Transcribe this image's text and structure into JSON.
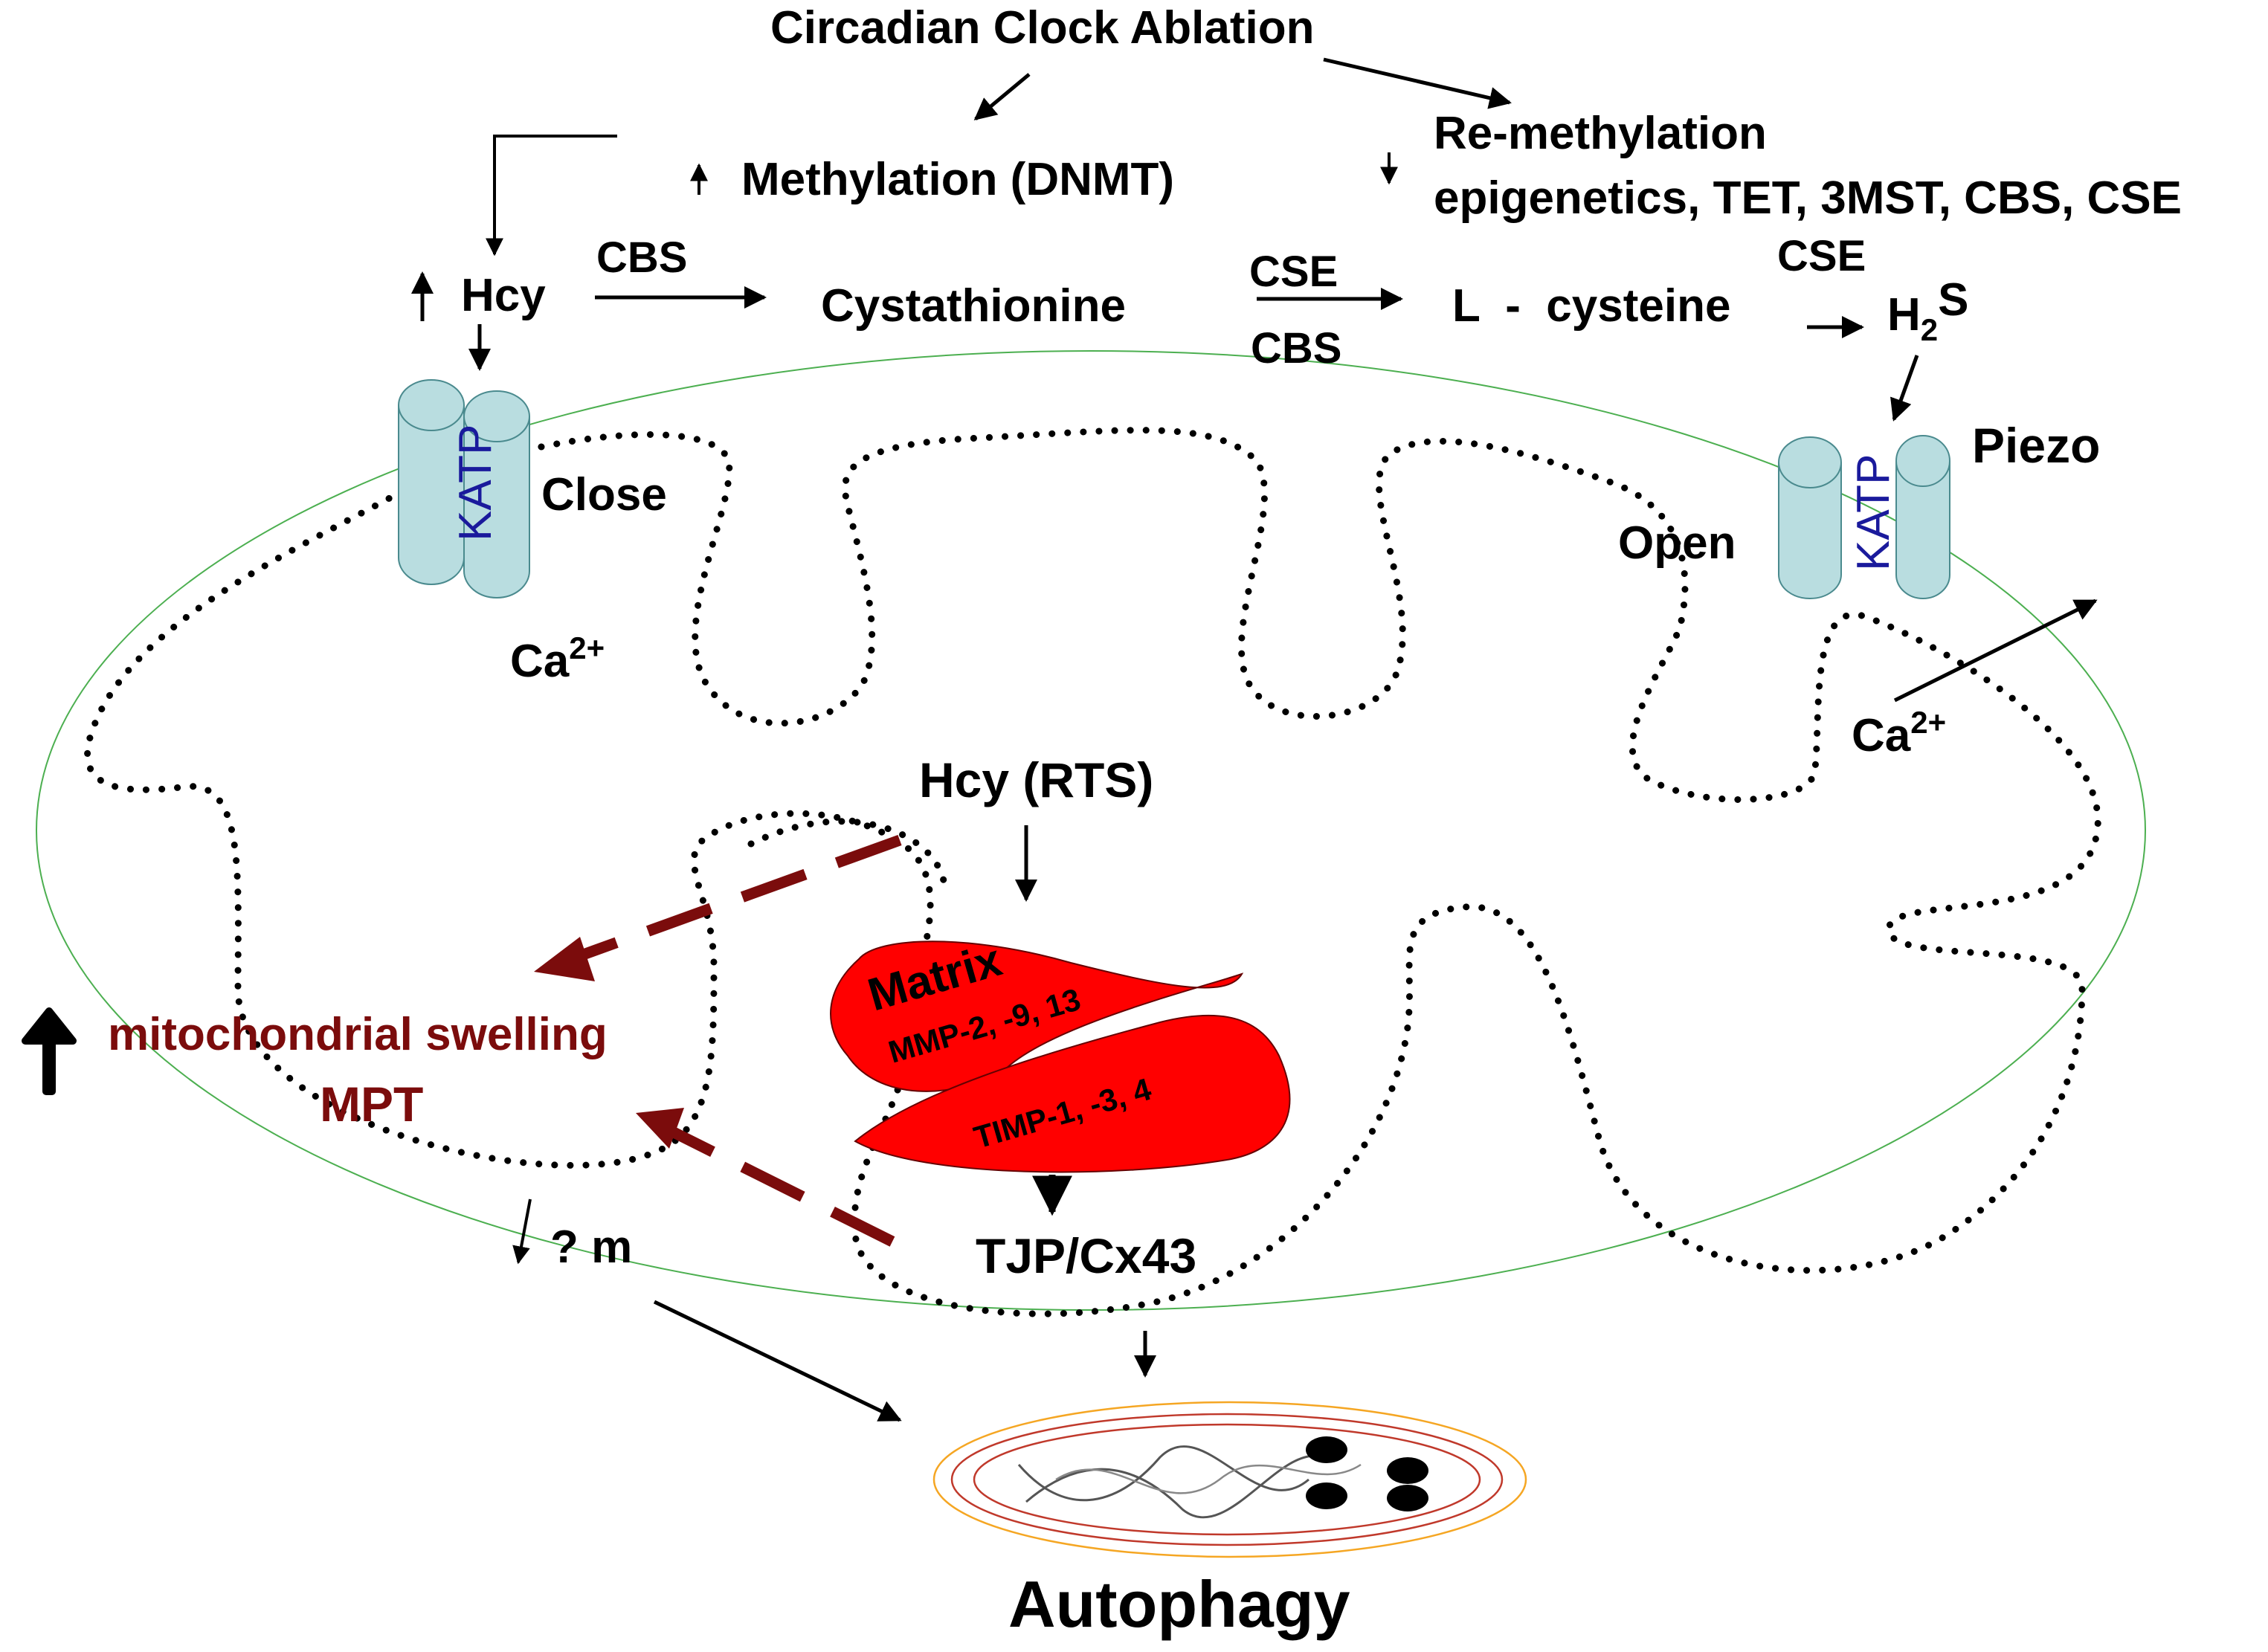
{
  "top": {
    "clock": "Circadian Clock Ablation",
    "methylation": "Methylation (DNMT)",
    "remethylation_line1": "Re-methylation",
    "remethylation_line2": "epigenetics, TET, 3MST, CBS, CSE"
  },
  "pathway": {
    "hcy": "Hcy",
    "cbs_1": "CBS",
    "cystathionine": "Cystathionine",
    "cse_1": "CSE",
    "cbs_2": "CBS",
    "l_cysteine": "L  -  cysteine",
    "cse_2": "CSE",
    "h2s_h": "H",
    "h2s_sub": "2",
    "h2s_s": "S"
  },
  "channels": {
    "katp_left": "KATP",
    "close": "Close",
    "katp_right": "KATP",
    "open": "Open",
    "piezo": "Piezo",
    "ca_left": "Ca",
    "ca_left_sup": "2+",
    "ca_right": "Ca",
    "ca_right_sup": "2+"
  },
  "center": {
    "hcy_rts": "Hcy (RTS)",
    "matrix": "Matrix",
    "mmp": "MMP-2, -9, 13",
    "timp": "TIMP-1, -3, 4",
    "tjp": "TJP/Cx43"
  },
  "left": {
    "swelling": "mitochondrial swelling",
    "mpt": "MPT",
    "psi_m": "? m"
  },
  "bottom": {
    "autophagy": "Autophagy"
  },
  "colors": {
    "mito_text": "#7b0c0c",
    "matrix_red": "#ff0000",
    "channel_fill": "#b9dde0",
    "membrane_green": "#4caf50",
    "katp_text": "#1a1a9c"
  }
}
